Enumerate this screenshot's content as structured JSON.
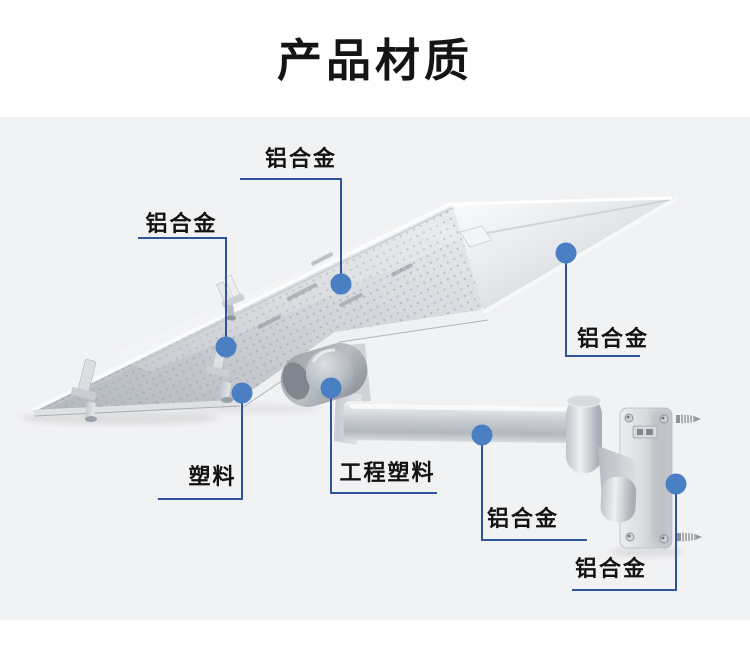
{
  "title": "产品材质",
  "panel_background": "#f1f2f4",
  "colors": {
    "leader_line": "#30549a",
    "dot": "#4a7fc3",
    "label_text": "#131313",
    "metal_light": "#e9ebed",
    "metal_mid": "#c9cdd2",
    "metal_dark": "#8b9199"
  },
  "labels": [
    {
      "id": "aluminum-tray-top",
      "text": "铝合金",
      "target": "tray surface upper"
    },
    {
      "id": "aluminum-tray-left",
      "text": "铝合金",
      "target": "tray surface left"
    },
    {
      "id": "aluminum-tray-right",
      "text": "铝合金",
      "target": "tray right flange"
    },
    {
      "id": "plastic-clip",
      "text": "塑料",
      "target": "front clip screw"
    },
    {
      "id": "engineering-plastic",
      "text": "工程塑料",
      "target": "ball joint"
    },
    {
      "id": "aluminum-arm",
      "text": "铝合金",
      "target": "support arm"
    },
    {
      "id": "aluminum-wall-plate",
      "text": "铝合金",
      "target": "wall mount plate"
    }
  ],
  "product_parts": [
    "perforated laptop tray",
    "front stopper clips",
    "ball joint",
    "support arm",
    "elbow hinge",
    "wall mount plate",
    "mounting screws"
  ]
}
